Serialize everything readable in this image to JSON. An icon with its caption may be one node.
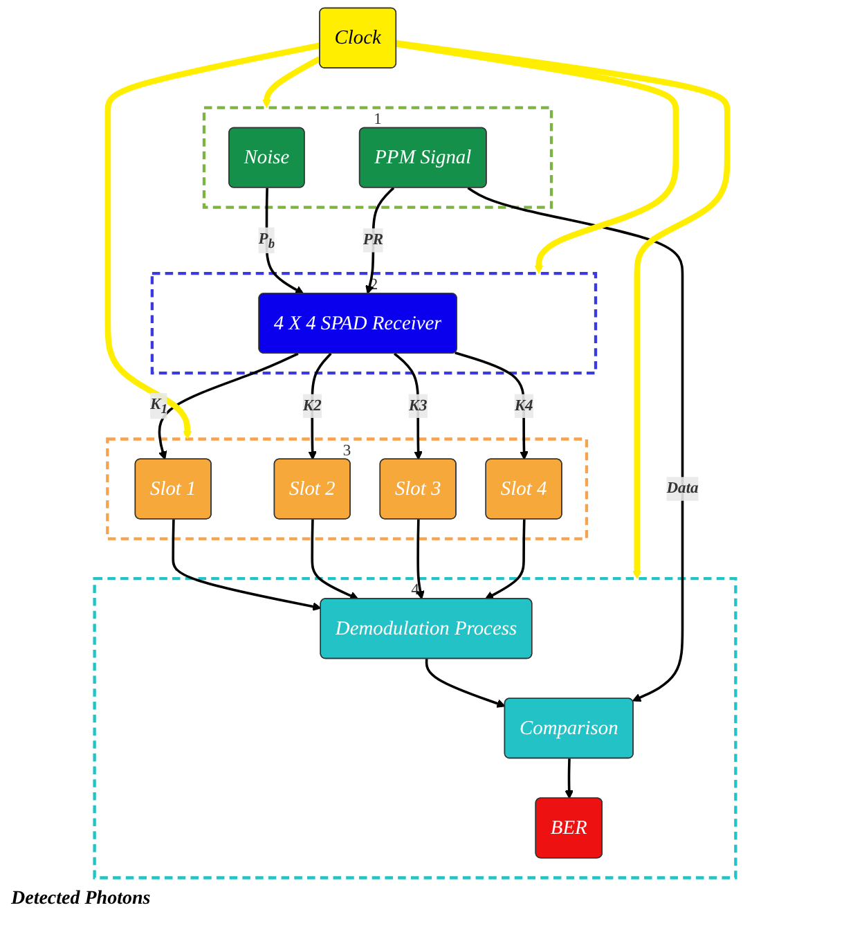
{
  "diagram": {
    "nodes": [
      {
        "text": [
          "1"
        ]
      },
      {
        "text": [
          "Noise"
        ],
        "in": 0
      },
      {
        "text": [
          "PPM Signal"
        ],
        "in": 0
      },
      {
        "text": [
          "2"
        ]
      },
      {
        "text": [
          "4 X 4 SPAD Receiver"
        ],
        "in": 3
      },
      {
        "text": [
          "3"
        ]
      },
      {
        "text": [
          "Slot 1"
        ],
        "in": 5
      },
      {
        "text": [
          "Slot 2"
        ],
        "in": 5
      },
      {
        "text": [
          "Slot 3"
        ],
        "in": 5
      },
      {
        "text": [
          "Slot 4"
        ],
        "in": 5
      },
      {
        "text": [
          "4"
        ]
      },
      {
        "text": [
          "Demodulation Process"
        ],
        "in": 10
      },
      {
        "text": [
          "Comparison"
        ],
        "in": 10
      },
      {
        "text": [
          "BER"
        ],
        "in": 10
      },
      {
        "text": [
          "Clock"
        ]
      }
    ],
    "edges": [
      {
        "from": 1,
        "to": 4,
        "arrow": "to",
        "label": "P$_{b}$"
      },
      {
        "from": 2,
        "to": 4,
        "arrow": "to",
        "label": "PR"
      },
      {
        "from": 4,
        "to": 6,
        "arrow": "to",
        "label": "K$_{1}$"
      },
      {
        "from": 4,
        "to": 7,
        "arrow": "to",
        "label": "K2"
      },
      {
        "from": 4,
        "to": 8,
        "arrow": "to",
        "label": "K3"
      },
      {
        "from": 4,
        "to": 9,
        "arrow": "to",
        "label": "K4"
      },
      {
        "from": 6,
        "to": 11,
        "arrow": "to"
      },
      {
        "from": 7,
        "to": 11,
        "arrow": "to"
      },
      {
        "from": 8,
        "to": 11,
        "arrow": "to"
      },
      {
        "from": 9,
        "to": 11,
        "arrow": "to"
      },
      {
        "from": 11,
        "to": 12,
        "arrow": "to"
      },
      {
        "from": 2,
        "to": 12,
        "arrow": "to",
        "label": "Data"
      },
      {
        "from": 12,
        "to": 13,
        "arrow": "to"
      },
      {
        "from": 14,
        "to": 0,
        "arrow": "to",
        "style": "thick",
        "color": "#ffee00"
      },
      {
        "from": 14,
        "to": 3,
        "arrow": "to",
        "style": "thick",
        "color": "#ffee00"
      },
      {
        "from": 14,
        "to": 5,
        "arrow": "to",
        "style": "thick",
        "color": "#ffee00"
      },
      {
        "from": 14,
        "to": 10,
        "arrow": "to",
        "style": "thick",
        "color": "#ffee00"
      }
    ],
    "labels": [
      "Detected Photons"
    ]
  }
}
